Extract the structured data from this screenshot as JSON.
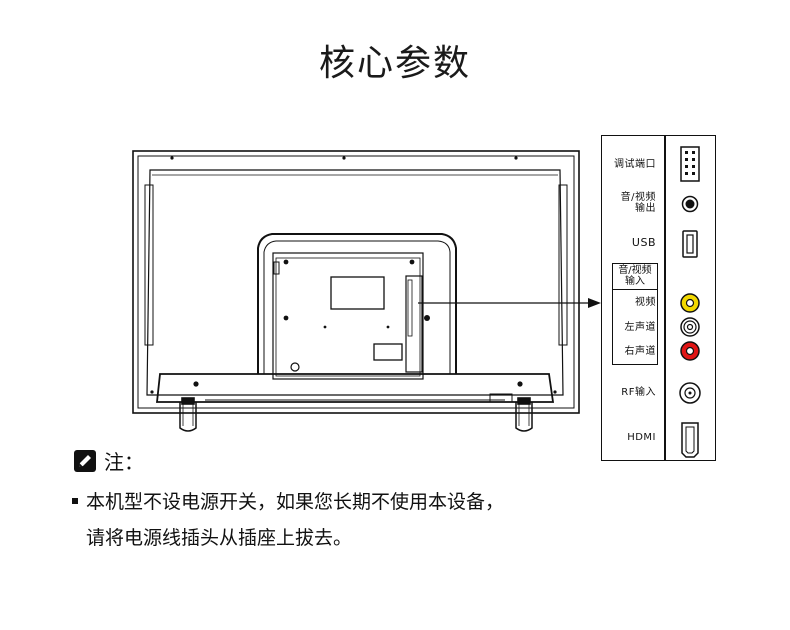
{
  "title": "核心参数",
  "ports": {
    "debug": "调试端口",
    "av_out_1": "音/视频",
    "av_out_2": "输出",
    "usb": "USB",
    "av_in_1": "音/视频",
    "av_in_2": "输入",
    "video": "视频",
    "left": "左声道",
    "right": "右声道",
    "rf": "RF输入",
    "hdmi": "HDMI"
  },
  "note": {
    "label": "注：",
    "line1": "本机型不设电源开关，如果您长期不使用本设备，",
    "line2": "请将电源线插头从插座上拔去。"
  },
  "colors": {
    "video_jack": "#f2d800",
    "right_jack": "#e01515",
    "left_jack": "#ffffff"
  }
}
